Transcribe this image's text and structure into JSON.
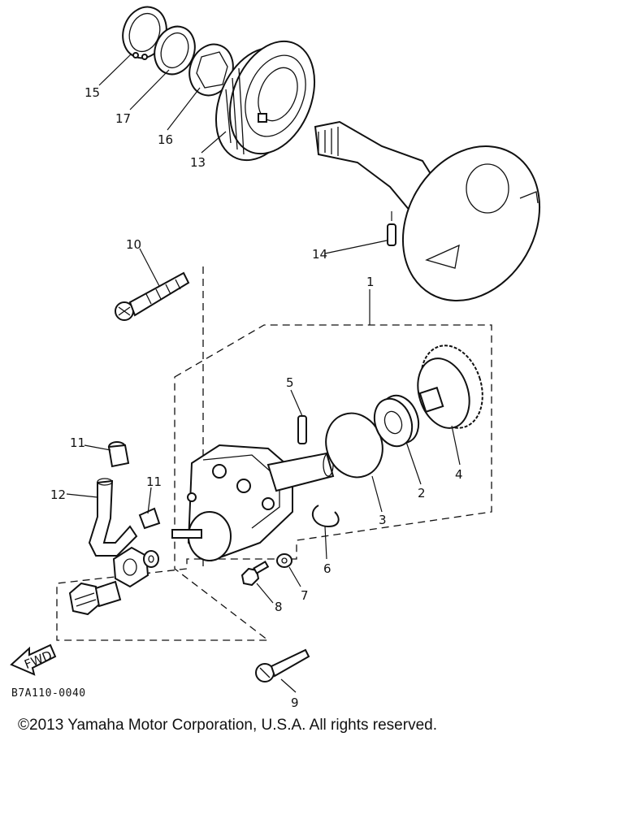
{
  "diagram": {
    "callouts": {
      "p1": "1",
      "p2": "2",
      "p3": "3",
      "p4": "4",
      "p5": "5",
      "p6": "6",
      "p7": "7",
      "p8": "8",
      "p9": "9",
      "p10": "10",
      "p11a": "11",
      "p11b": "11",
      "p12": "12",
      "p13": "13",
      "p14": "14",
      "p15": "15",
      "p16": "16",
      "p17": "17"
    },
    "fwd_arrow": "FWD",
    "code": "B7A110-0040"
  },
  "footer": {
    "copyright": "©2013 Yamaha Motor Corporation, U.S.A. All rights reserved."
  }
}
